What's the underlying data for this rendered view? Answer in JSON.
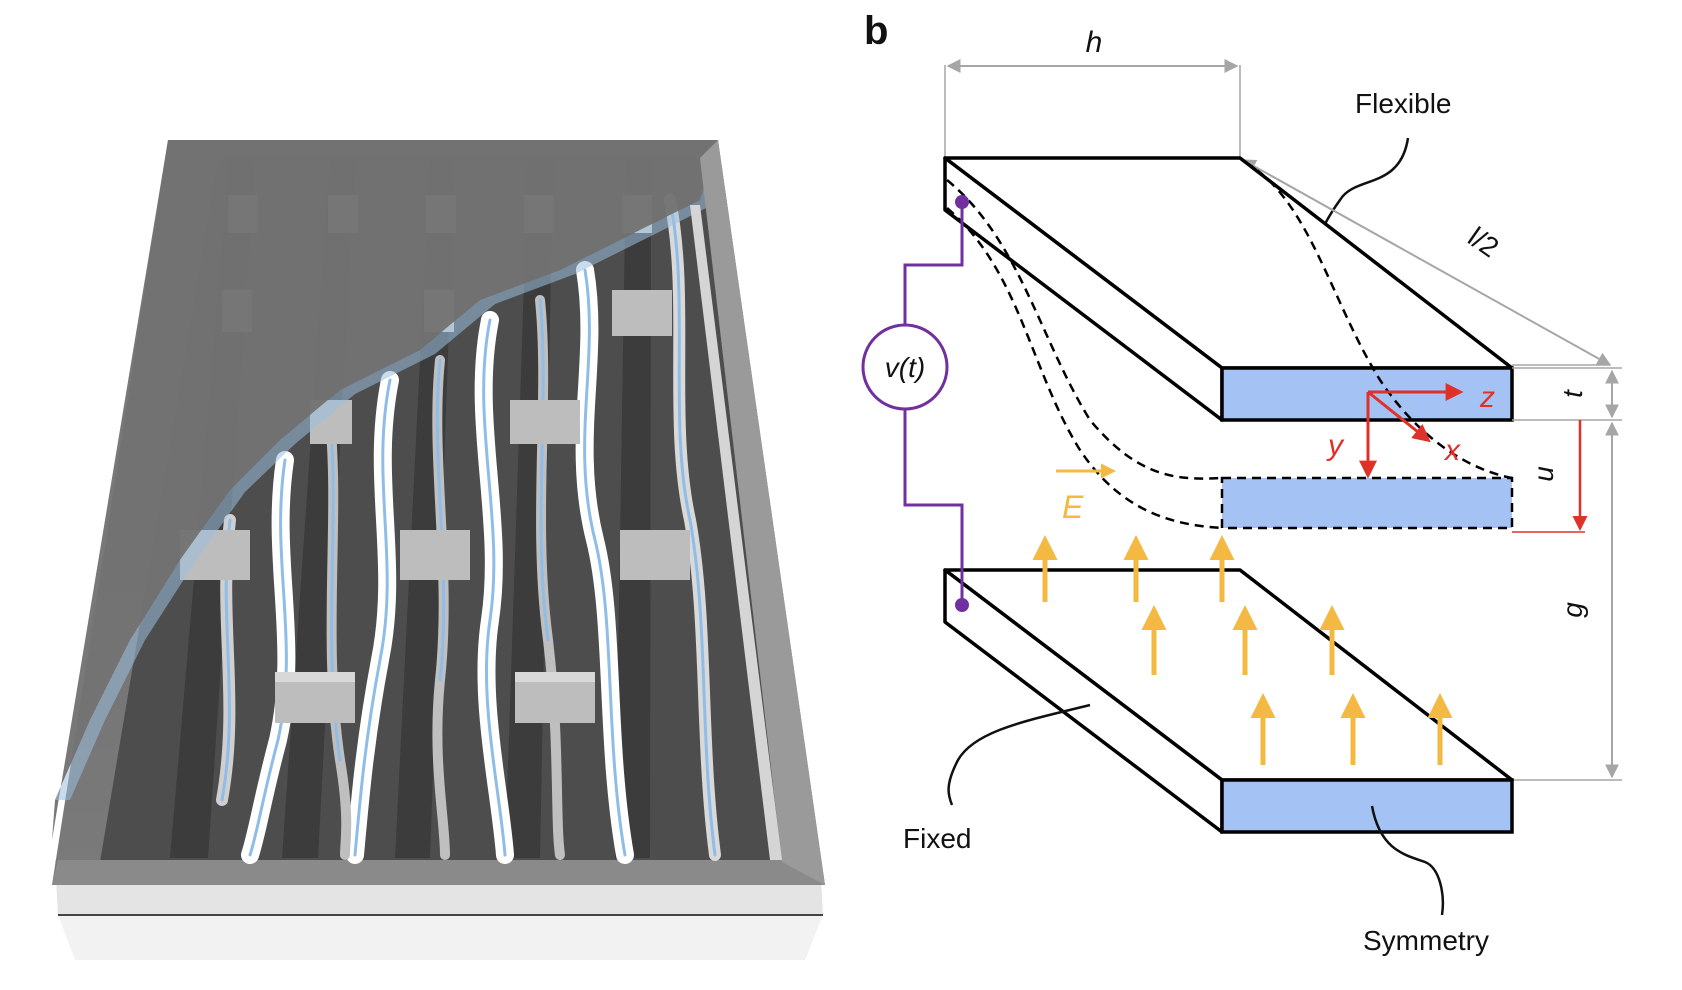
{
  "panel_b": {
    "panel_letter": "b",
    "labels": {
      "h": "h",
      "flexible": "Flexible",
      "half_length": "l/2",
      "thickness": "t",
      "displacement": "u",
      "gap": "g",
      "voltage": "v(t)",
      "field": "E",
      "axis_z": "z",
      "axis_y": "y",
      "axis_x": "x",
      "fixed": "Fixed",
      "symmetry": "Symmetry"
    },
    "colors": {
      "plate_face": "#a4c2f4",
      "voltage_circuit": "#7030a0",
      "field_arrows": "#f4b942",
      "axes": "#e0302a",
      "dimension_lines": "#a6a6a6"
    }
  },
  "panel_a": {
    "description_icon": "comb-drive-structure-render",
    "colors": {
      "frame": "#6e6e6e",
      "beam_highlight": "#ffffff",
      "beam_tint": "#8fbde8",
      "base": "#f0f0f0"
    }
  }
}
